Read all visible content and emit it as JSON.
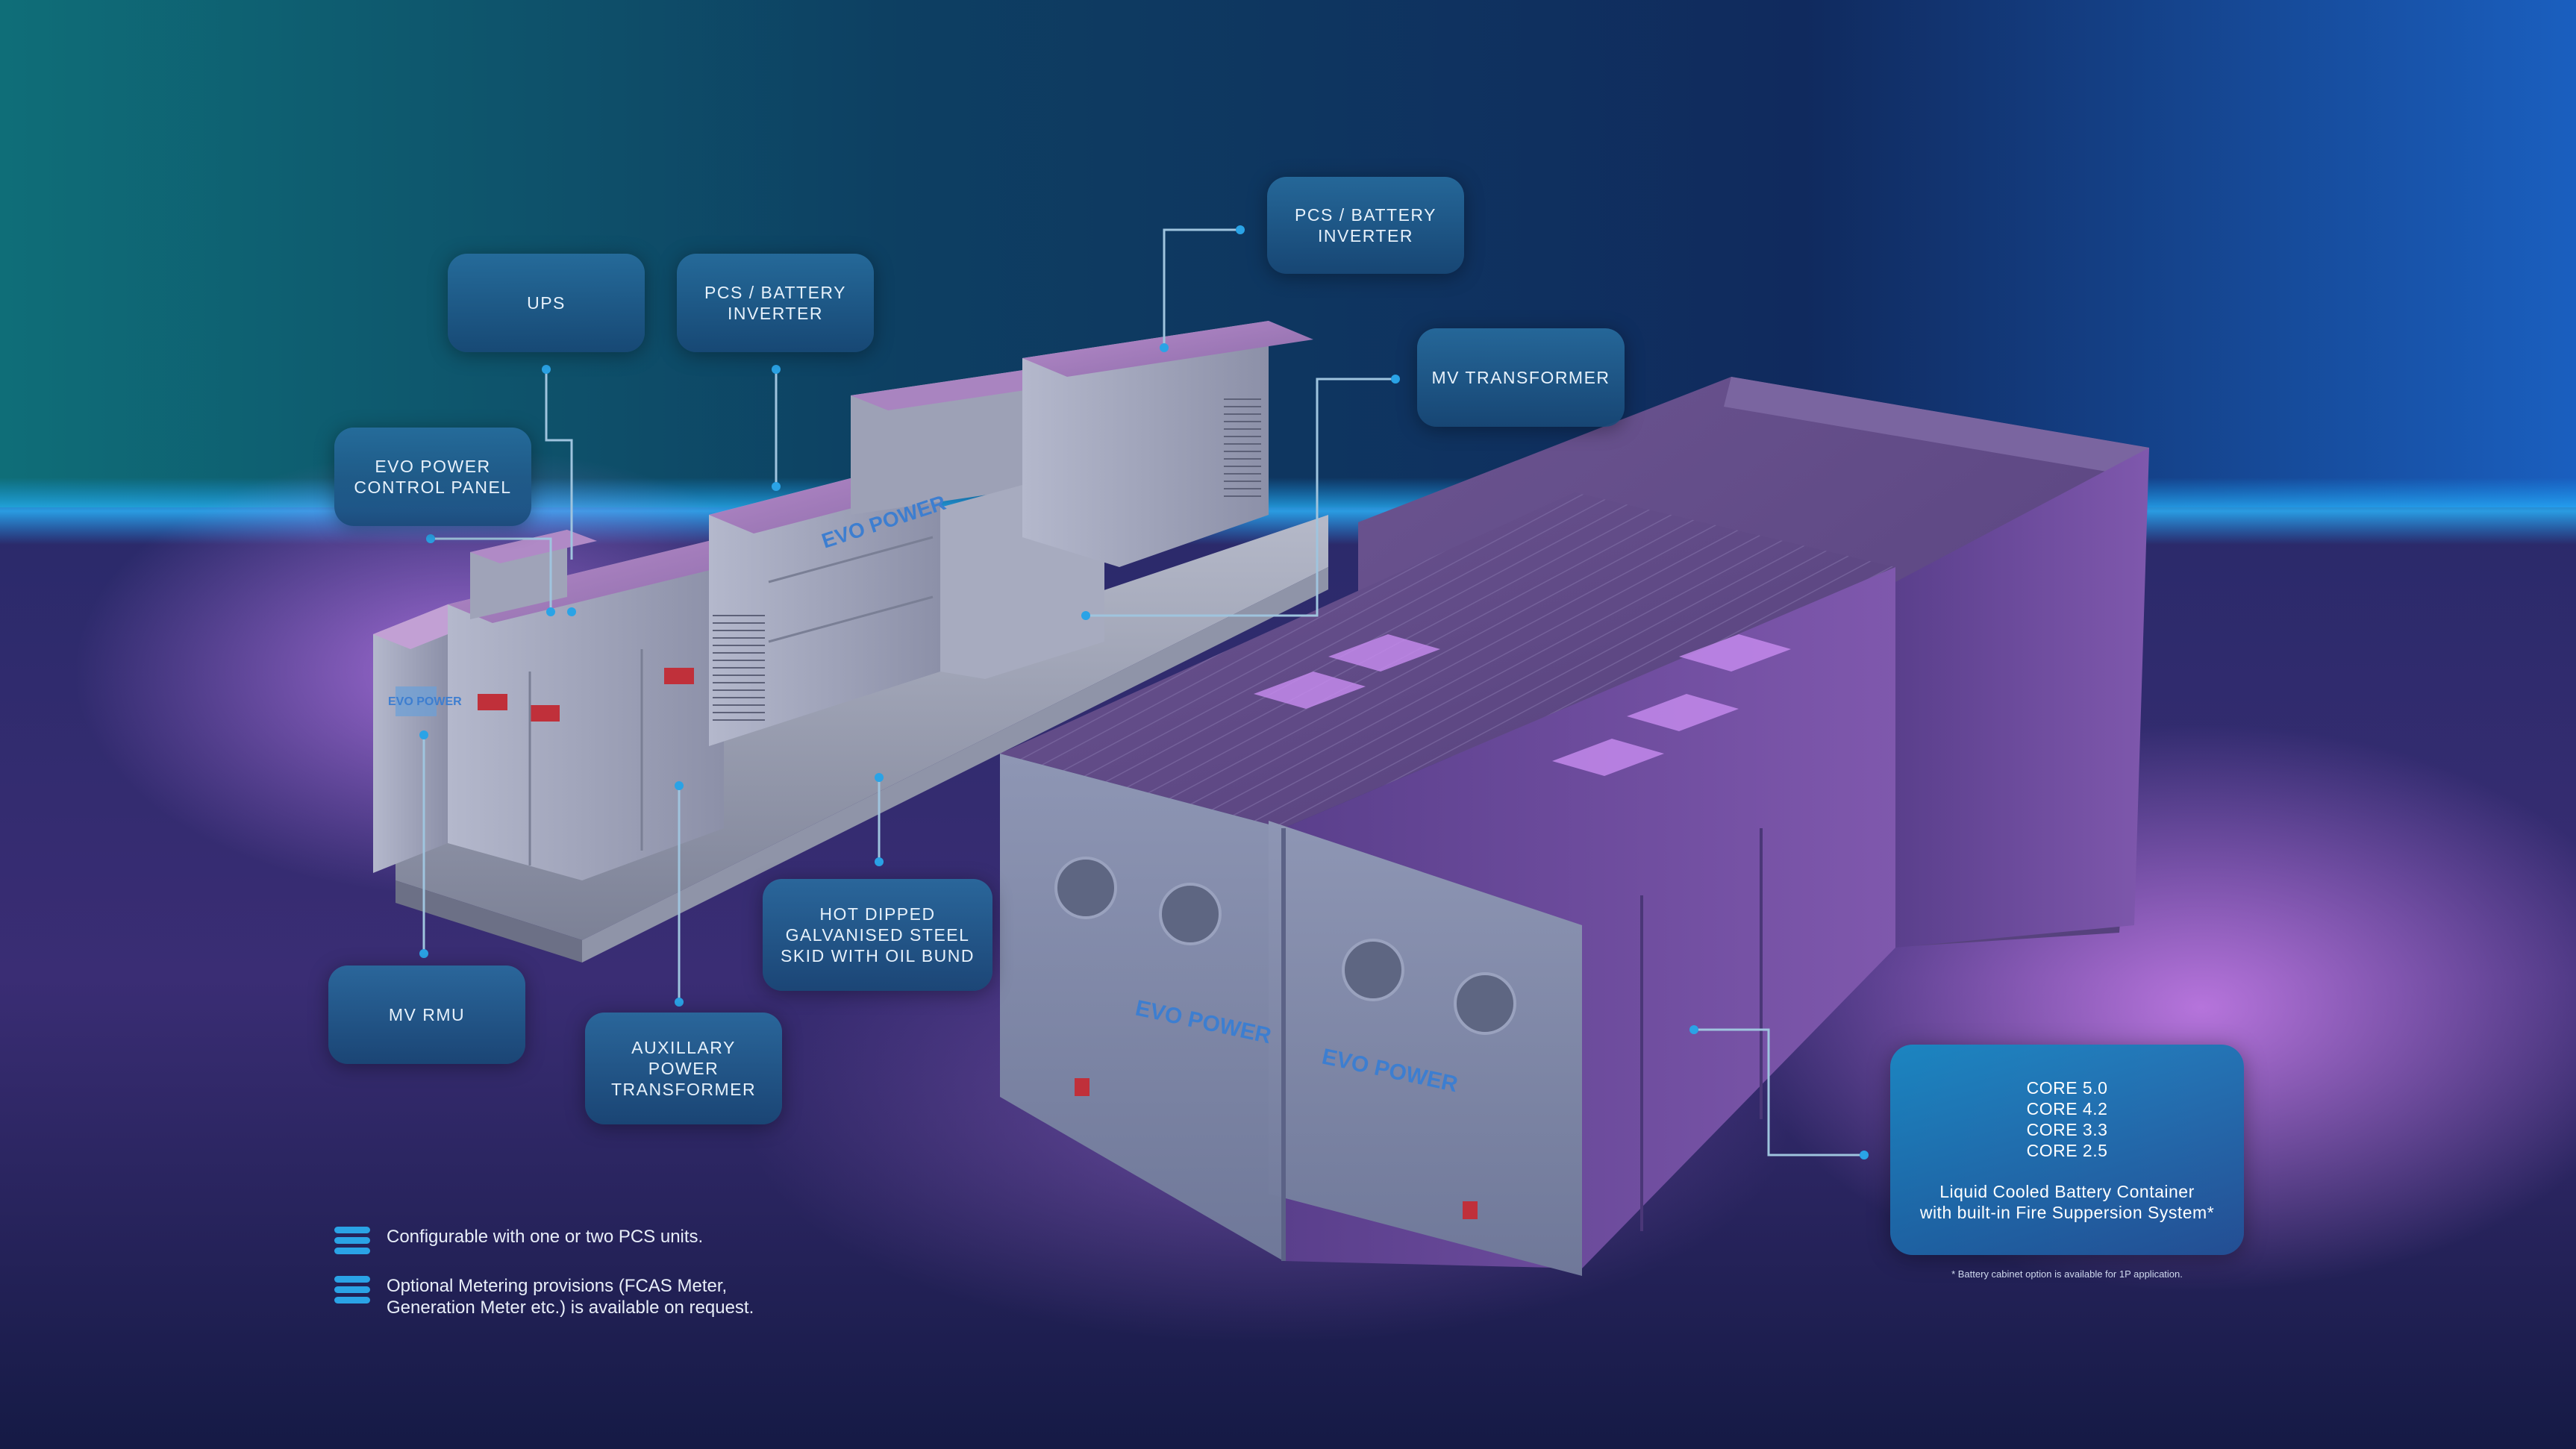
{
  "colors": {
    "accent_blue": "#2aa3e6",
    "callout_bg": "#1f5f92",
    "core_bg": "#1a8ac4",
    "leader_line": "#9fc4de",
    "container_purple": "#6a4c9c",
    "skid_grey": "#9aa0b4"
  },
  "brand": {
    "equipment_logo": "EVO POWER"
  },
  "callouts": {
    "ups": "UPS",
    "pcs_left": "PCS / BATTERY\nINVERTER",
    "pcs_top": "PCS / BATTERY\nINVERTER",
    "mv_transformer": "MV TRANSFORMER",
    "control_panel": "EVO POWER\nCONTROL PANEL",
    "mv_rmu": "MV RMU",
    "aux_transformer": "AUXILLARY\nPOWER\nTRANSFORMER",
    "skid": "HOT DIPPED\nGALVANISED STEEL\nSKID WITH OIL BUND"
  },
  "core_box": {
    "models": [
      "CORE 5.0",
      "CORE 4.2",
      "CORE 3.3",
      "CORE 2.5"
    ],
    "description": "Liquid Cooled Battery Container\nwith built-in Fire Suppersion System*",
    "footnote": "* Battery cabinet option is available for 1P application."
  },
  "features": [
    {
      "icon": "stacked-lines-icon",
      "text": "Configurable with one or two PCS units."
    },
    {
      "icon": "stacked-lines-icon",
      "text": "Optional Metering provisions (FCAS Meter,\nGeneration Meter etc.) is available on request."
    }
  ]
}
